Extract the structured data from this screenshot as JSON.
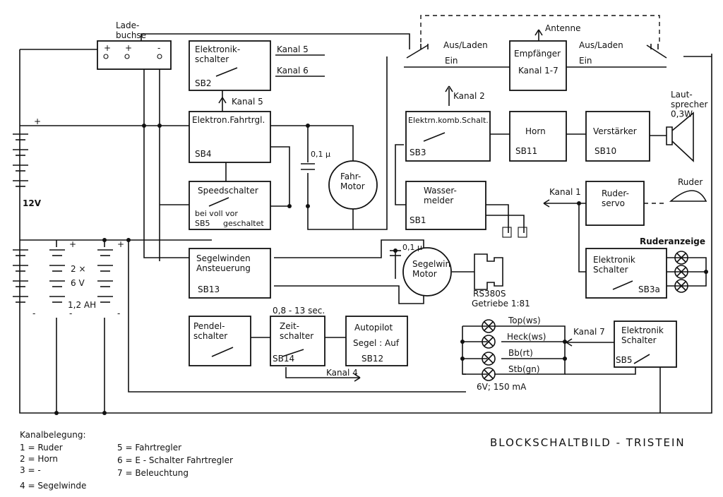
{
  "ladebuchse": {
    "label": "Lade-\nbuchse",
    "plus1": "+",
    "plus2": "+",
    "minus": "-"
  },
  "battery_main": {
    "plus": "+",
    "voltage": "12V"
  },
  "battery_small": {
    "plus1": "+",
    "plus2": "+",
    "text1": "2 ×",
    "text2": "6 V",
    "text3": "1,2 AH",
    "minus1": "-",
    "minus2": "-",
    "minus_main": "-"
  },
  "sb2": {
    "name": "Elektronik-\nschalter",
    "id": "SB2",
    "k5": "Kanal 5",
    "k6": "Kanal 6",
    "kanal_below": "Kanal 5"
  },
  "sb4": {
    "name": "Elektron.Fahrtrgl.",
    "id": "SB4"
  },
  "cap1": "0,1 µ",
  "fahrmotor": "Fahr-\nMotor",
  "sb5a": {
    "name": "Speedschalter",
    "line2": "bei voll  vor",
    "id": "SB5",
    "line3": "geschaltet"
  },
  "switch_left": "Aus/Laden",
  "switch_left_ein": "Ein",
  "antenne": "Antenne",
  "empfaenger": {
    "name": "Empfänger",
    "sub": "Kanal 1-7"
  },
  "switch_right": "Aus/Laden",
  "switch_right_ein": "Ein",
  "kanal2": "Kanal 2",
  "sb3": {
    "name": "Elektrn.komb.Schalt.",
    "id": "SB3"
  },
  "horn": {
    "name": "Horn",
    "id": "SB11"
  },
  "verstaerker": {
    "name": "Verstärker",
    "id": "SB10"
  },
  "lautsprecher": "Laut-\nsprecher\n0,3W",
  "wassermelder": {
    "name": "Wasser-\nmelder",
    "id": "SB1"
  },
  "kanal1": "Kanal 1",
  "ruderservo": "Ruder-\nservo",
  "ruder": "Ruder",
  "ruderanzeige": "Ruderanzeige",
  "sb3a": {
    "name": "Elektronik\nSchalter",
    "id": "SB3a"
  },
  "segelwinden": {
    "name": "Segelwinden\nAnsteuerung",
    "id": "SB13"
  },
  "cap2": "0,1 µ",
  "segelwinmotor": "Segelwin\nMotor",
  "rs380": "RS380S",
  "getriebe": "Getriebe 1:81",
  "zeit_range": "0,8 - 13 sec.",
  "pendel": "Pendel-\nschalter",
  "zeitschalter": {
    "name": "Zeit-\nschalter",
    "id": "SB14"
  },
  "autopilot": {
    "name": "Autopilot",
    "sub": "Segel : Auf",
    "id": "SB12"
  },
  "kanal4": "Kanal 4",
  "lights": [
    "Top(ws)",
    "Heck(ws)",
    "Bb(rt)",
    "Stb(gn)"
  ],
  "lights_power": "6V; 150 mA",
  "kanal7": "Kanal 7",
  "sb5b": {
    "name": "Elektronik\nSchalter",
    "id": "SB5"
  },
  "legend": {
    "heading": "Kanalbelegung:",
    "items": [
      "1 = Ruder",
      "2 = Horn",
      "3 = -",
      "4 = Segelwinde",
      "5 = Fahrtregler",
      "6 = E - Schalter Fahrtregler",
      "7 = Beleuchtung"
    ]
  },
  "title": "BLOCKSCHALTBILD - TRISTEIN"
}
